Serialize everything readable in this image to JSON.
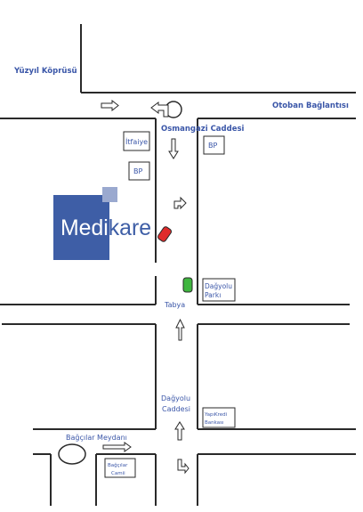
{
  "roads": {
    "top_left_label": "Yüzyıl Köprüsü",
    "highway_connection": "Otoban Bağlantısı",
    "main_street": "Osmangazi Caddesi",
    "tabya": "Tabya",
    "dagyolu_street_line1": "Dağyolu",
    "dagyolu_street_line2": "Caddesi",
    "bagcilar_square": "Bağçılar Meydanı"
  },
  "places": {
    "fire_station": "İtfaiye",
    "bp_right": "BP",
    "bp_left": "BP",
    "park_line1": "Dağyolu",
    "park_line2": "Parkı",
    "bank_line1": "YapıKredi",
    "bank_line2": "Bankası",
    "mosque_line1": "Bağçılar",
    "mosque_line2": "Camii"
  },
  "logo": {
    "brand": "Medikare",
    "color_dark": "#3e5ea6",
    "color_light": "#9aa9cf"
  },
  "markers": {
    "destination_color": "#e02b2b",
    "origin_color": "#3fb63f"
  },
  "colors": {
    "label": "#3a56a8",
    "road": "#2a2a2a"
  }
}
